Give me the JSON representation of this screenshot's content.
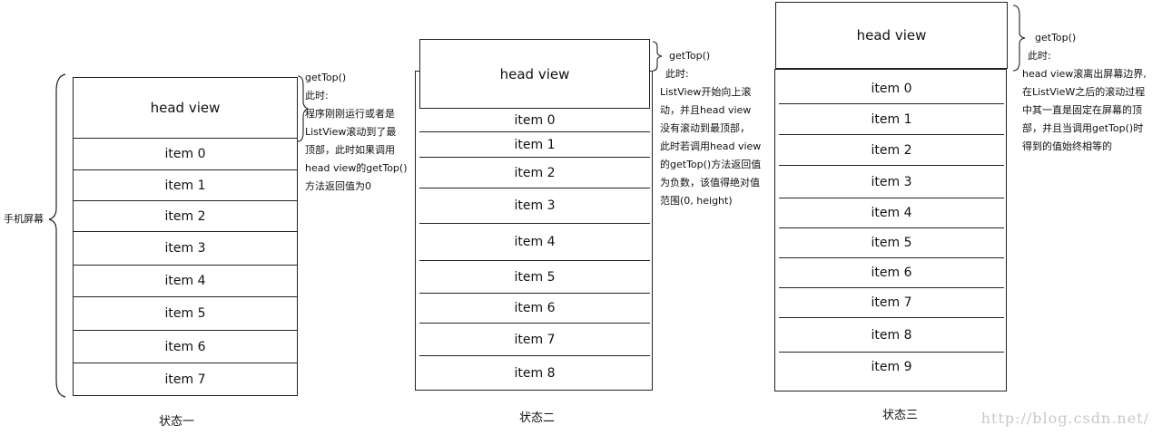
{
  "screen_label": "手机屏幕",
  "state1": {
    "label": "状态一",
    "head": "head view",
    "items": [
      "item 0",
      "item 1",
      "item 2",
      "item 3",
      "item 4",
      "item 5",
      "item 6",
      "item 7"
    ],
    "note": [
      "getTop()",
      "此时:",
      "程序刚刚运行或者是",
      "ListView滚动到了最",
      "顶部，此时如果调用",
      "head view的getTop()",
      "方法返回值为0"
    ]
  },
  "state2": {
    "label": "状态二",
    "head": "head view",
    "items": [
      "item 0",
      "item 1",
      "item 2",
      "item 3",
      "item 4",
      "item 5",
      "item 6",
      "item 7",
      "item 8"
    ],
    "note": [
      "getTop()",
      "此时:",
      "ListView开始向上滚",
      "动，并且head view",
      "没有滚动到最顶部，",
      "此时若调用head view",
      "的getTop()方法返回值",
      "为负数，该值得绝对值",
      "范围(0, height)"
    ]
  },
  "state3": {
    "label": "状态三",
    "head": "head view",
    "items": [
      "item 0",
      "item 1",
      "item 2",
      "item 3",
      "item 4",
      "item 5",
      "item 6",
      "item 7",
      "item 8",
      "item 9"
    ],
    "note": [
      "getTop()",
      "此时:",
      "head view滚离出屏幕边界,",
      "在ListVieW之后的滚动过程",
      "中其一直是固定在屏幕的顶",
      "部，并且当调用getTop()时",
      "得到的值始终相等的"
    ]
  },
  "watermark": "http://blog.csdn.net/"
}
